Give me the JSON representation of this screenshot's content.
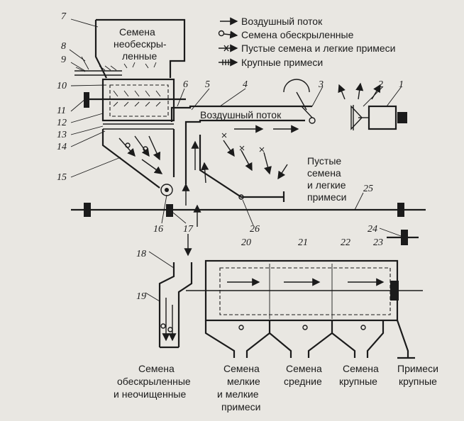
{
  "legend": {
    "air_flow": "Воздушный поток",
    "hulled_seeds": "Семена обескрыленные",
    "empty_seeds": "Пустые семена и легкие примеси",
    "large_impurities": "Крупные примеси"
  },
  "labels": {
    "hopper": [
      "Семена",
      "необескры-",
      "ленные"
    ],
    "air_duct": "Воздушный поток",
    "empty_out": [
      "Пустые",
      "семена",
      "и легкие",
      "примеси"
    ],
    "out_hulled": [
      "Семена",
      "обескрыленные",
      "и неочищенные"
    ],
    "out_small": [
      "Семена",
      "мелкие",
      "и мелкие",
      "примеси"
    ],
    "out_medium": [
      "Семена",
      "средние"
    ],
    "out_large": [
      "Семена",
      "крупные"
    ],
    "out_impurities": [
      "Примеси",
      "крупные"
    ]
  },
  "numbers": [
    "1",
    "2",
    "3",
    "4",
    "5",
    "6",
    "7",
    "8",
    "9",
    "10",
    "11",
    "12",
    "13",
    "14",
    "15",
    "16",
    "17",
    "18",
    "19",
    "20",
    "21",
    "22",
    "23",
    "24",
    "25",
    "26"
  ],
  "colors": {
    "ink": "#1b1b1b",
    "paper": "#e9e7e2"
  }
}
